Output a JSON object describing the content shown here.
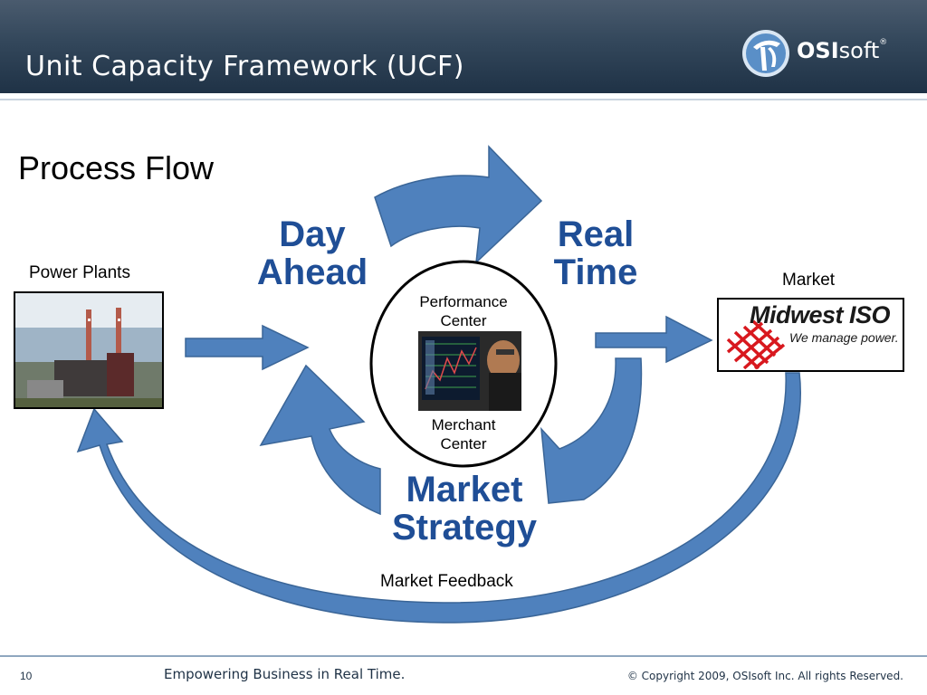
{
  "slide": {
    "title": "Unit Capacity Framework (UCF)",
    "subtitle": "Process Flow",
    "logo": {
      "bold": "OSI",
      "light": "soft",
      "mark": "®"
    }
  },
  "diagram": {
    "stages": {
      "day_ahead": [
        "Day",
        "Ahead"
      ],
      "real_time": [
        "Real",
        "Time"
      ],
      "market_strategy": [
        "Market",
        "Strategy"
      ]
    },
    "center": {
      "top": [
        "Performance",
        "Center"
      ],
      "bottom": [
        "Merchant",
        "Center"
      ]
    },
    "power_plants_label": "Power Plants",
    "market_label": "Market",
    "market_logo": {
      "name": "Midwest ISO",
      "slogan": "We manage power."
    },
    "feedback_label": "Market Feedback",
    "colors": {
      "arrow": "#4f81bd",
      "arrow_stroke": "#3a6597",
      "stage_text": "#1f4e96",
      "logo_red": "#d8181e"
    }
  },
  "footer": {
    "page_number": "10",
    "tagline": "Empowering Business in Real Time.",
    "copyright": "© Copyright 2009, OSIsoft Inc.  All rights Reserved."
  }
}
